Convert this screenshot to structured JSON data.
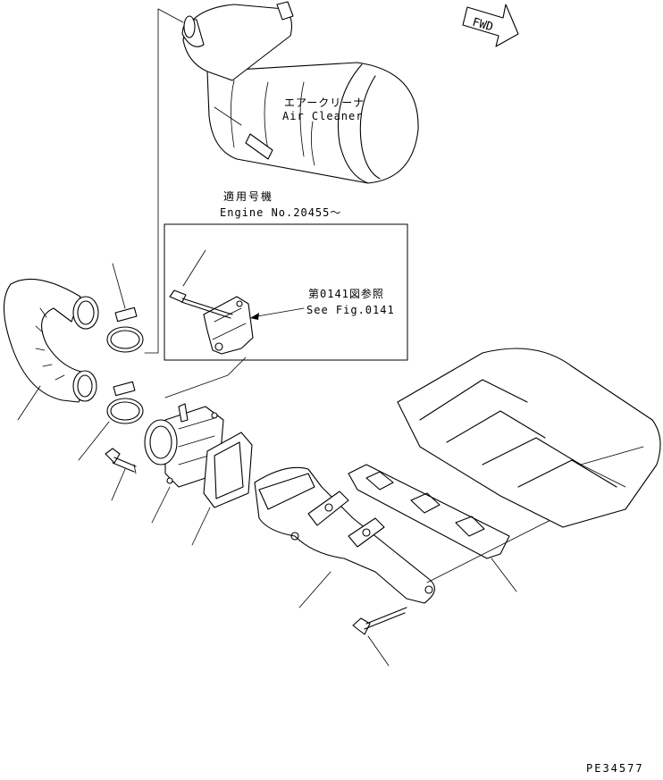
{
  "fwd_label": "FWD",
  "air_cleaner": {
    "label_jp": "エアークリーナ",
    "label_en": "Air Cleaner"
  },
  "applicability": {
    "label_jp": "適用号機",
    "label_en": "Engine No.20455～"
  },
  "reference": {
    "label_jp": "第0141図参照",
    "label_en": "See Fig.0141"
  },
  "drawing_number": "PE34577"
}
